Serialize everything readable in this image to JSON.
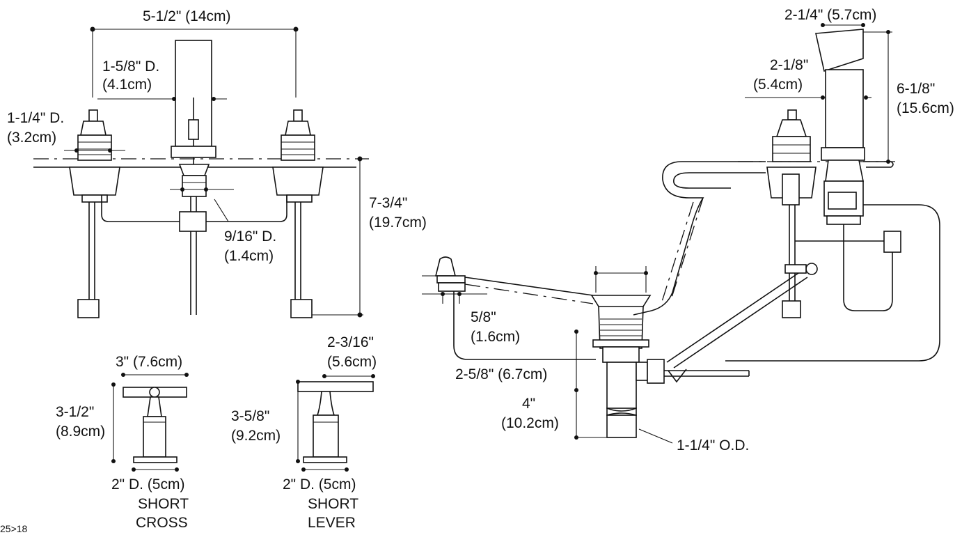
{
  "dimensions": {
    "spout_spread": "5-1/2\" (14cm)",
    "spout_dia_a": "1-5/8\" D.",
    "spout_dia_b": "(4.1cm)",
    "valve_dia_a": "1-1/4\" D.",
    "valve_dia_b": "(3.2cm)",
    "center_dia_a": "9/16\" D.",
    "center_dia_b": "(1.4cm)",
    "total_height_a": "7-3/4\"",
    "total_height_b": "(19.7cm)",
    "cross_width": "3\" (7.6cm)",
    "cross_height_a": "3-1/2\"",
    "cross_height_b": "(8.9cm)",
    "cross_base": "2\" D. (5cm)",
    "lever_width_a": "2-3/16\"",
    "lever_width_b": "(5.6cm)",
    "lever_height_a": "3-5/8\"",
    "lever_height_b": "(9.2cm)",
    "lever_base": "2\" D. (5cm)",
    "spout_top": "2-1/4\" (5.7cm)",
    "spout_side_a": "2-1/8\"",
    "spout_side_b": "(5.4cm)",
    "spout_height_a": "6-1/8\"",
    "spout_height_b": "(15.6cm)",
    "knob_dim_a": "5/8\"",
    "knob_dim_b": "(1.6cm)",
    "drain_dim": "2-5/8\" (6.7cm)",
    "drain_length_a": "4\"",
    "drain_length_b": "(10.2cm)",
    "tailpiece_od": "1-1/4\" O.D."
  },
  "handles": {
    "cross_line1": "SHORT",
    "cross_line2": "CROSS",
    "lever_line1": "SHORT",
    "lever_line2": "LEVER"
  },
  "footer": {
    "code": "25>18"
  }
}
